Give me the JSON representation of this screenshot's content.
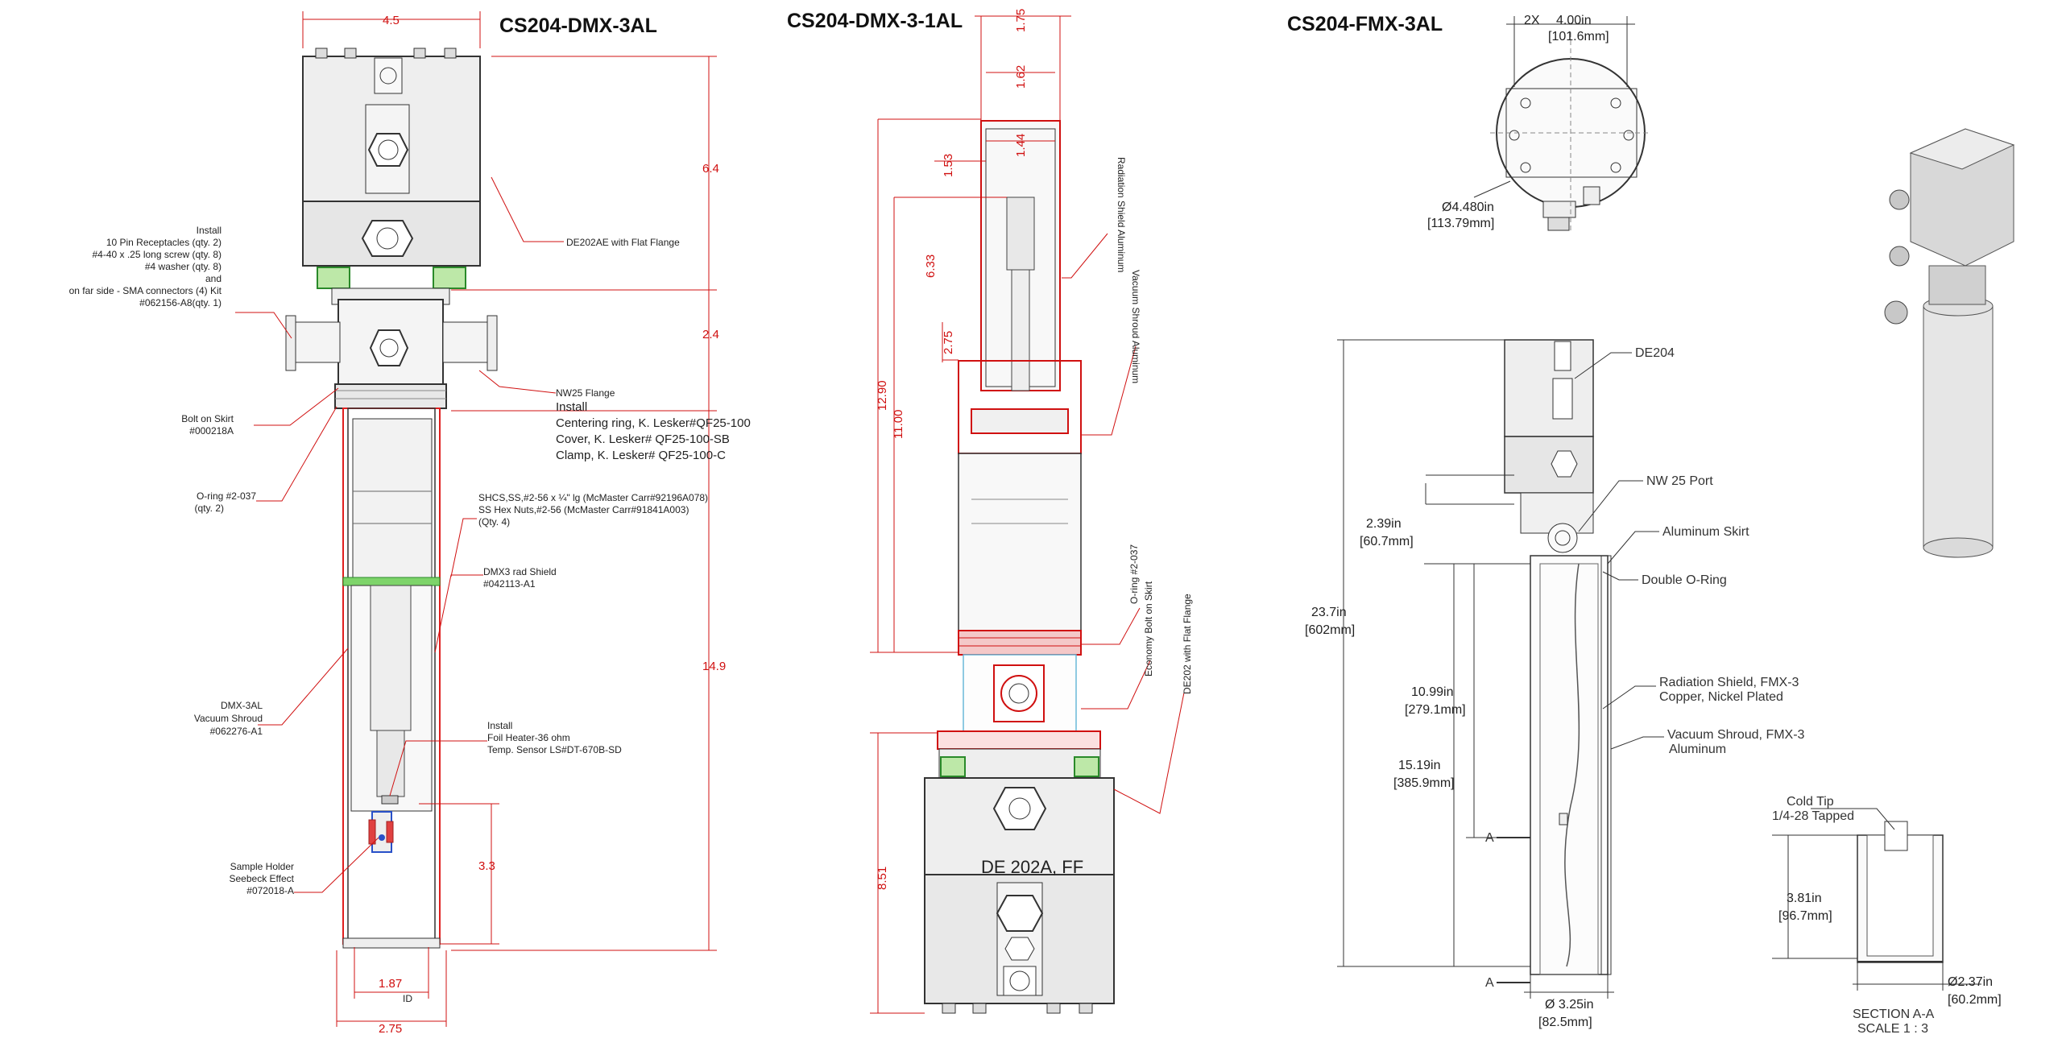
{
  "titles": {
    "left": "CS204-DMX-3AL",
    "middle": "CS204-DMX-3-1AL",
    "right": "CS204-FMX-3AL"
  },
  "left_diagram": {
    "dims": {
      "top_width": "4.5",
      "head_height": "6.4",
      "flange_height": "2.4",
      "total_lower": "14.9",
      "holder_height": "3.3",
      "id_width": "1.87",
      "id_label": "ID",
      "od_width": "2.75"
    },
    "notes": {
      "install_header": "Install",
      "install_1": "10 Pin Receptacles (qty. 2)",
      "install_2": "#4-40 x .25 long screw (qty. 8)",
      "install_3": "#4 washer (qty. 8)",
      "install_4": "and",
      "install_5": "on far side - SMA connectors (4) Kit",
      "install_6": "#062156-A8(qty. 1)",
      "de202ae": "DE202AE  with Flat Flange",
      "nw25": "NW25 Flange",
      "nw25_install": "Install",
      "nw25_1": "Centering ring, K. Lesker#QF25-100",
      "nw25_2": "Cover, K. Lesker# QF25-100-SB",
      "nw25_3": "Clamp, K. Lesker# QF25-100-C",
      "bolt_skirt_1": "Bolt on Skirt",
      "bolt_skirt_2": "#000218A",
      "oring_1": "O-ring #2-037",
      "oring_2": "(qty. 2)",
      "shcs_1": "SHCS,SS,#2-56 x ¼\" lg (McMaster Carr#92196A078)",
      "shcs_2": "SS Hex Nuts,#2-56 (McMaster Carr#91841A003)",
      "shcs_3": "(Qty. 4)",
      "radshield_1": "DMX3 rad Shield",
      "radshield_2": "#042113-A1",
      "shroud_1": "DMX-3AL",
      "shroud_2": "Vacuum Shroud",
      "shroud_3": "#062276-A1",
      "heater_1": "Install",
      "heater_2": "Foil Heater-36 ohm",
      "heater_3": "Temp. Sensor LS#DT-670B-SD",
      "holder_1": "Sample Holder",
      "holder_2": "Seebeck Effect",
      "holder_3": "#072018-A"
    }
  },
  "middle_diagram": {
    "dims": {
      "d_175": "1.75",
      "d_162": "1.62",
      "d_144": "1.44",
      "d_153": "1.53",
      "d_633": "6.33",
      "d_275": "2.75",
      "d_1290": "12.90",
      "d_1100": "11.00",
      "d_851": "8.51"
    },
    "notes": {
      "rad_shield": "Radiation Shield Aluminum",
      "vac_shroud": "Vacuum Shroud Aluminum",
      "oring": "O-ring #2-037",
      "economy_bolt": "Economy Bolt on Skirt",
      "de202_flat": "DE202 with Flat Flange",
      "head_label": "DE 202A, FF"
    }
  },
  "right_diagram": {
    "dims": {
      "top_2x": "2X",
      "top_in": "4.00in",
      "top_mm": "[101.6mm]",
      "dia_in": "Ø4.480in",
      "dia_mm": "[113.79mm]",
      "total_in": "23.7in",
      "total_mm": "[602mm]",
      "d239_in": "2.39in",
      "d239_mm": "[60.7mm]",
      "d1099_in": "10.99in",
      "d1099_mm": "[279.1mm]",
      "d1519_in": "15.19in",
      "d1519_mm": "[385.9mm]",
      "base_in": "Ø 3.25in",
      "base_mm": "[82.5mm]",
      "tip_h_in": "3.81in",
      "tip_h_mm": "[96.7mm]",
      "tip_d_in": "Ø2.37in",
      "tip_d_mm": "[60.2mm]"
    },
    "notes": {
      "de204": "DE204",
      "nw25_port": "NW 25 Port",
      "al_skirt": "Aluminum Skirt",
      "double_oring": "Double O-Ring",
      "rad_1": "Radiation Shield, FMX-3",
      "rad_2": "Copper, Nickel Plated",
      "vac_1": "Vacuum Shroud, FMX-3",
      "vac_2": "Aluminum",
      "cold_tip_1": "Cold Tip",
      "cold_tip_2": "1/4-28 Tapped",
      "section_a": "A",
      "section_1": "SECTION A-A",
      "section_2": "SCALE 1 : 3"
    }
  }
}
